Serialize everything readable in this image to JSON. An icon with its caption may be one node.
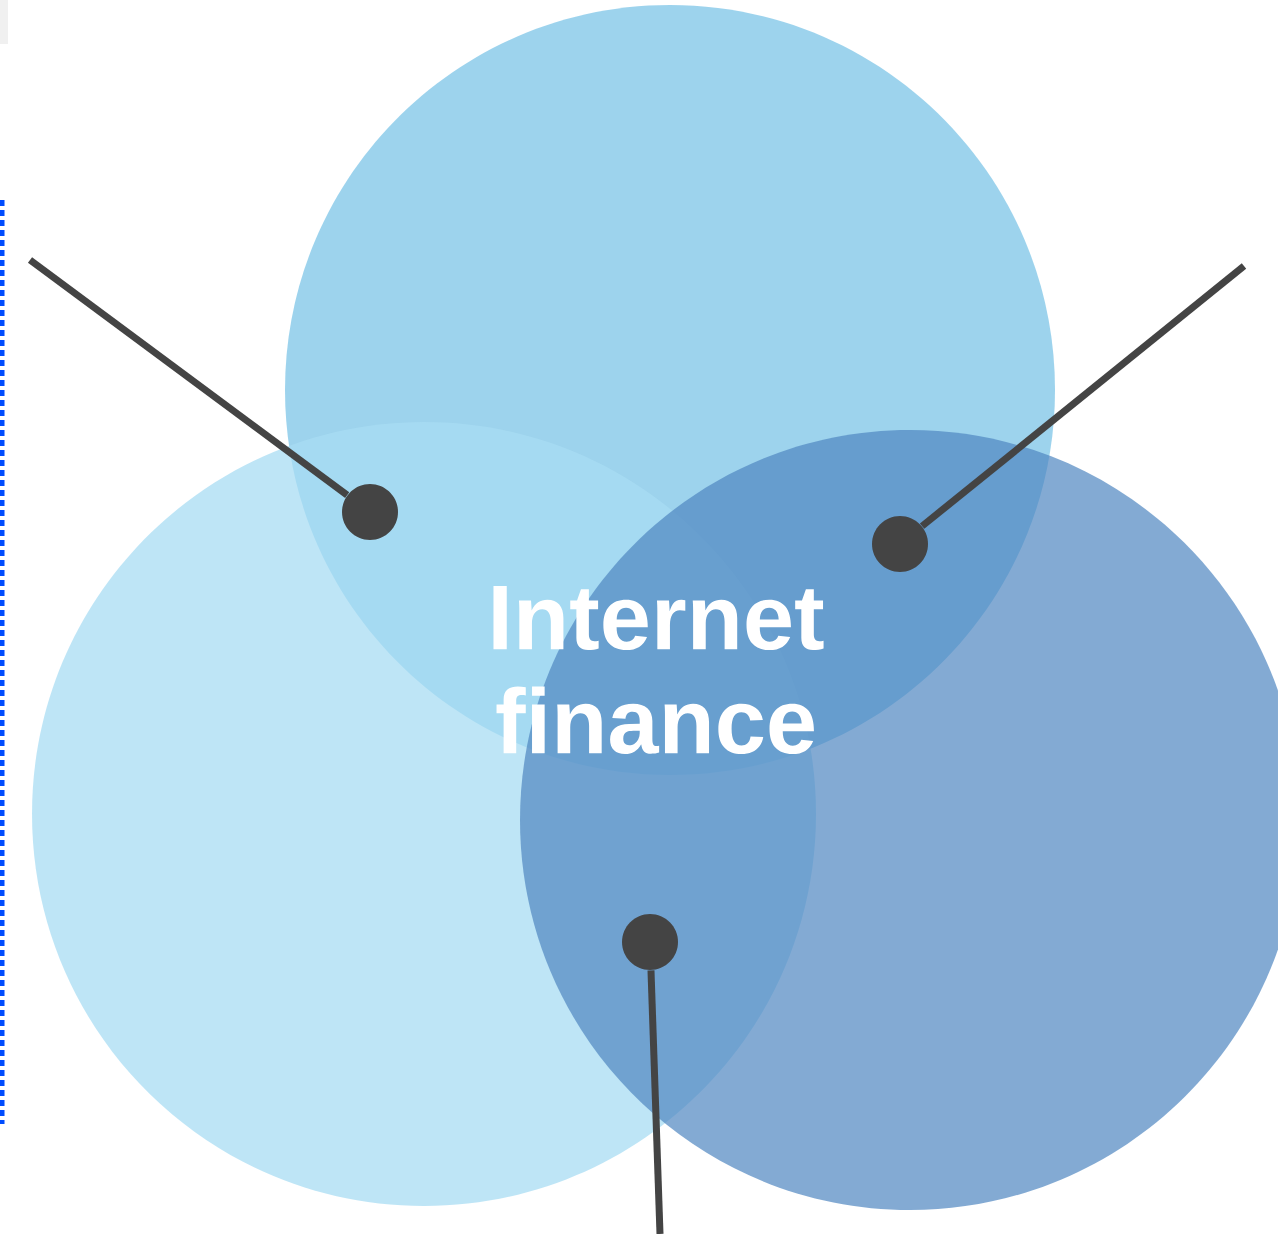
{
  "diagram": {
    "nodes": [
      {
        "text": [],
        "shape": "circle"
      },
      {
        "text": [],
        "shape": "circle"
      },
      {
        "text": [],
        "shape": "circle"
      },
      {
        "text": [],
        "shape": "circle"
      },
      {
        "text": [],
        "shape": "circle"
      },
      {
        "text": [],
        "shape": "circle"
      }
    ],
    "edges": [
      {
        "from": null,
        "to": 3,
        "arrow": "none"
      },
      {
        "from": null,
        "to": 4,
        "arrow": "none"
      },
      {
        "from": null,
        "to": 5,
        "arrow": "none"
      }
    ],
    "labels": [
      "Internet finance"
    ]
  }
}
